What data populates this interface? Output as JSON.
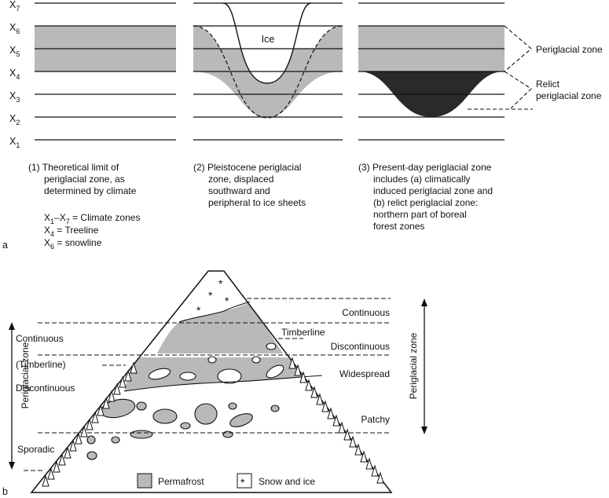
{
  "colors": {
    "shade": "#b9b9b9",
    "dark": "#2a2a2a",
    "line": "#111111"
  },
  "part_a": {
    "letter": "a",
    "x_labels": [
      {
        "base": "X",
        "sub": "7"
      },
      {
        "base": "X",
        "sub": "6"
      },
      {
        "base": "X",
        "sub": "5"
      },
      {
        "base": "X",
        "sub": "4"
      },
      {
        "base": "X",
        "sub": "3"
      },
      {
        "base": "X",
        "sub": "2"
      },
      {
        "base": "X",
        "sub": "1"
      }
    ],
    "ice_label": "Ice",
    "right_labels": {
      "periglacial_zone": "Periglacial zone",
      "relict_line1": "Relict",
      "relict_line2": "periglacial zone"
    },
    "captions": {
      "c1": [
        "(1) Theoretical limit of",
        "periglacial zone, as",
        "determined by climate"
      ],
      "c2": [
        "(2) Pleistocene periglacial",
        "zone, displaced",
        "southward and",
        "peripheral to ice sheets"
      ],
      "c3": [
        "(3) Present-day periglacial zone",
        "includes (a) climatically",
        "induced periglacial zone and",
        "(b) relict periglacial zone:",
        "northern part of boreal",
        "forest zones"
      ]
    },
    "legend": {
      "l1_pre": "X",
      "l1_sub1": "1",
      "l1_mid": "–X",
      "l1_sub2": "7",
      "l1_post": " = Climate zones",
      "l2_pre": "X",
      "l2_sub": "4",
      "l2_post": " = Treeline",
      "l3_pre": "X",
      "l3_sub": "6",
      "l3_post": " = snowline"
    }
  },
  "part_b": {
    "letter": "b",
    "left_axis_label": "Periglacial zone",
    "right_axis_label": "Periglacial zone",
    "left_labels": {
      "continuous": "Continuous",
      "timberline": "(Timberline)",
      "discontinuous": "Discontinuous",
      "sporadic": "Sporadic"
    },
    "right_labels": {
      "continuous": "Continuous",
      "timberline": "Timberline",
      "discontinuous": "Discontinuous",
      "widespread": "Widespread",
      "patchy": "Patchy"
    },
    "legend": {
      "permafrost": "Permafrost",
      "snow_symbol": "*",
      "snow_and_ice": "Snow and ice"
    },
    "snow_symbol": "*"
  }
}
